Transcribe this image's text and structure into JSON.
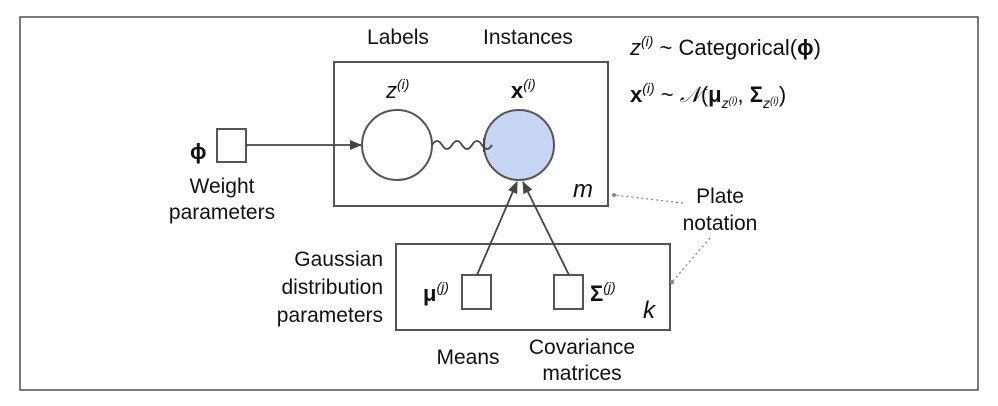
{
  "diagram": {
    "labels_heading": "Labels",
    "instances_heading": "Instances",
    "node_z": {
      "base": "z",
      "sup": "(i)"
    },
    "node_x": {
      "base": "x",
      "sup": "(i)"
    },
    "plate_m": "m",
    "plate_k": "k",
    "phi_symbol": "ϕ",
    "weight_line1": "Weight",
    "weight_line2": "parameters",
    "plate_notation_line1": "Plate",
    "plate_notation_line2": "notation",
    "gaussian_line1": "Gaussian",
    "gaussian_line2": "distribution",
    "gaussian_line3": "parameters",
    "mu_symbol": {
      "base": "μ",
      "sup": "(j)"
    },
    "sigma_symbol": {
      "base": "Σ",
      "sup": "(j)"
    },
    "means_label": "Means",
    "covariance_line1": "Covariance",
    "covariance_line2": "matrices",
    "eq1": {
      "lhs": "z",
      "lhs_sup": "(i)",
      "rel": " ~ Categorical(",
      "arg": "ϕ",
      "close": ")"
    },
    "eq2": {
      "lhs": "x",
      "lhs_sup": "(i)",
      "rel": " ~ ",
      "dist": "𝒩",
      "open": "(",
      "mu": "μ",
      "mu_sub": "z",
      "mu_subsup": "(i)",
      "comma": ", ",
      "sigma": "Σ",
      "sigma_sub": "z",
      "sigma_subsup": "(i)",
      "close": ")"
    },
    "colors": {
      "observed_node_fill": "#c5d5f3",
      "stroke": "#333333"
    }
  }
}
